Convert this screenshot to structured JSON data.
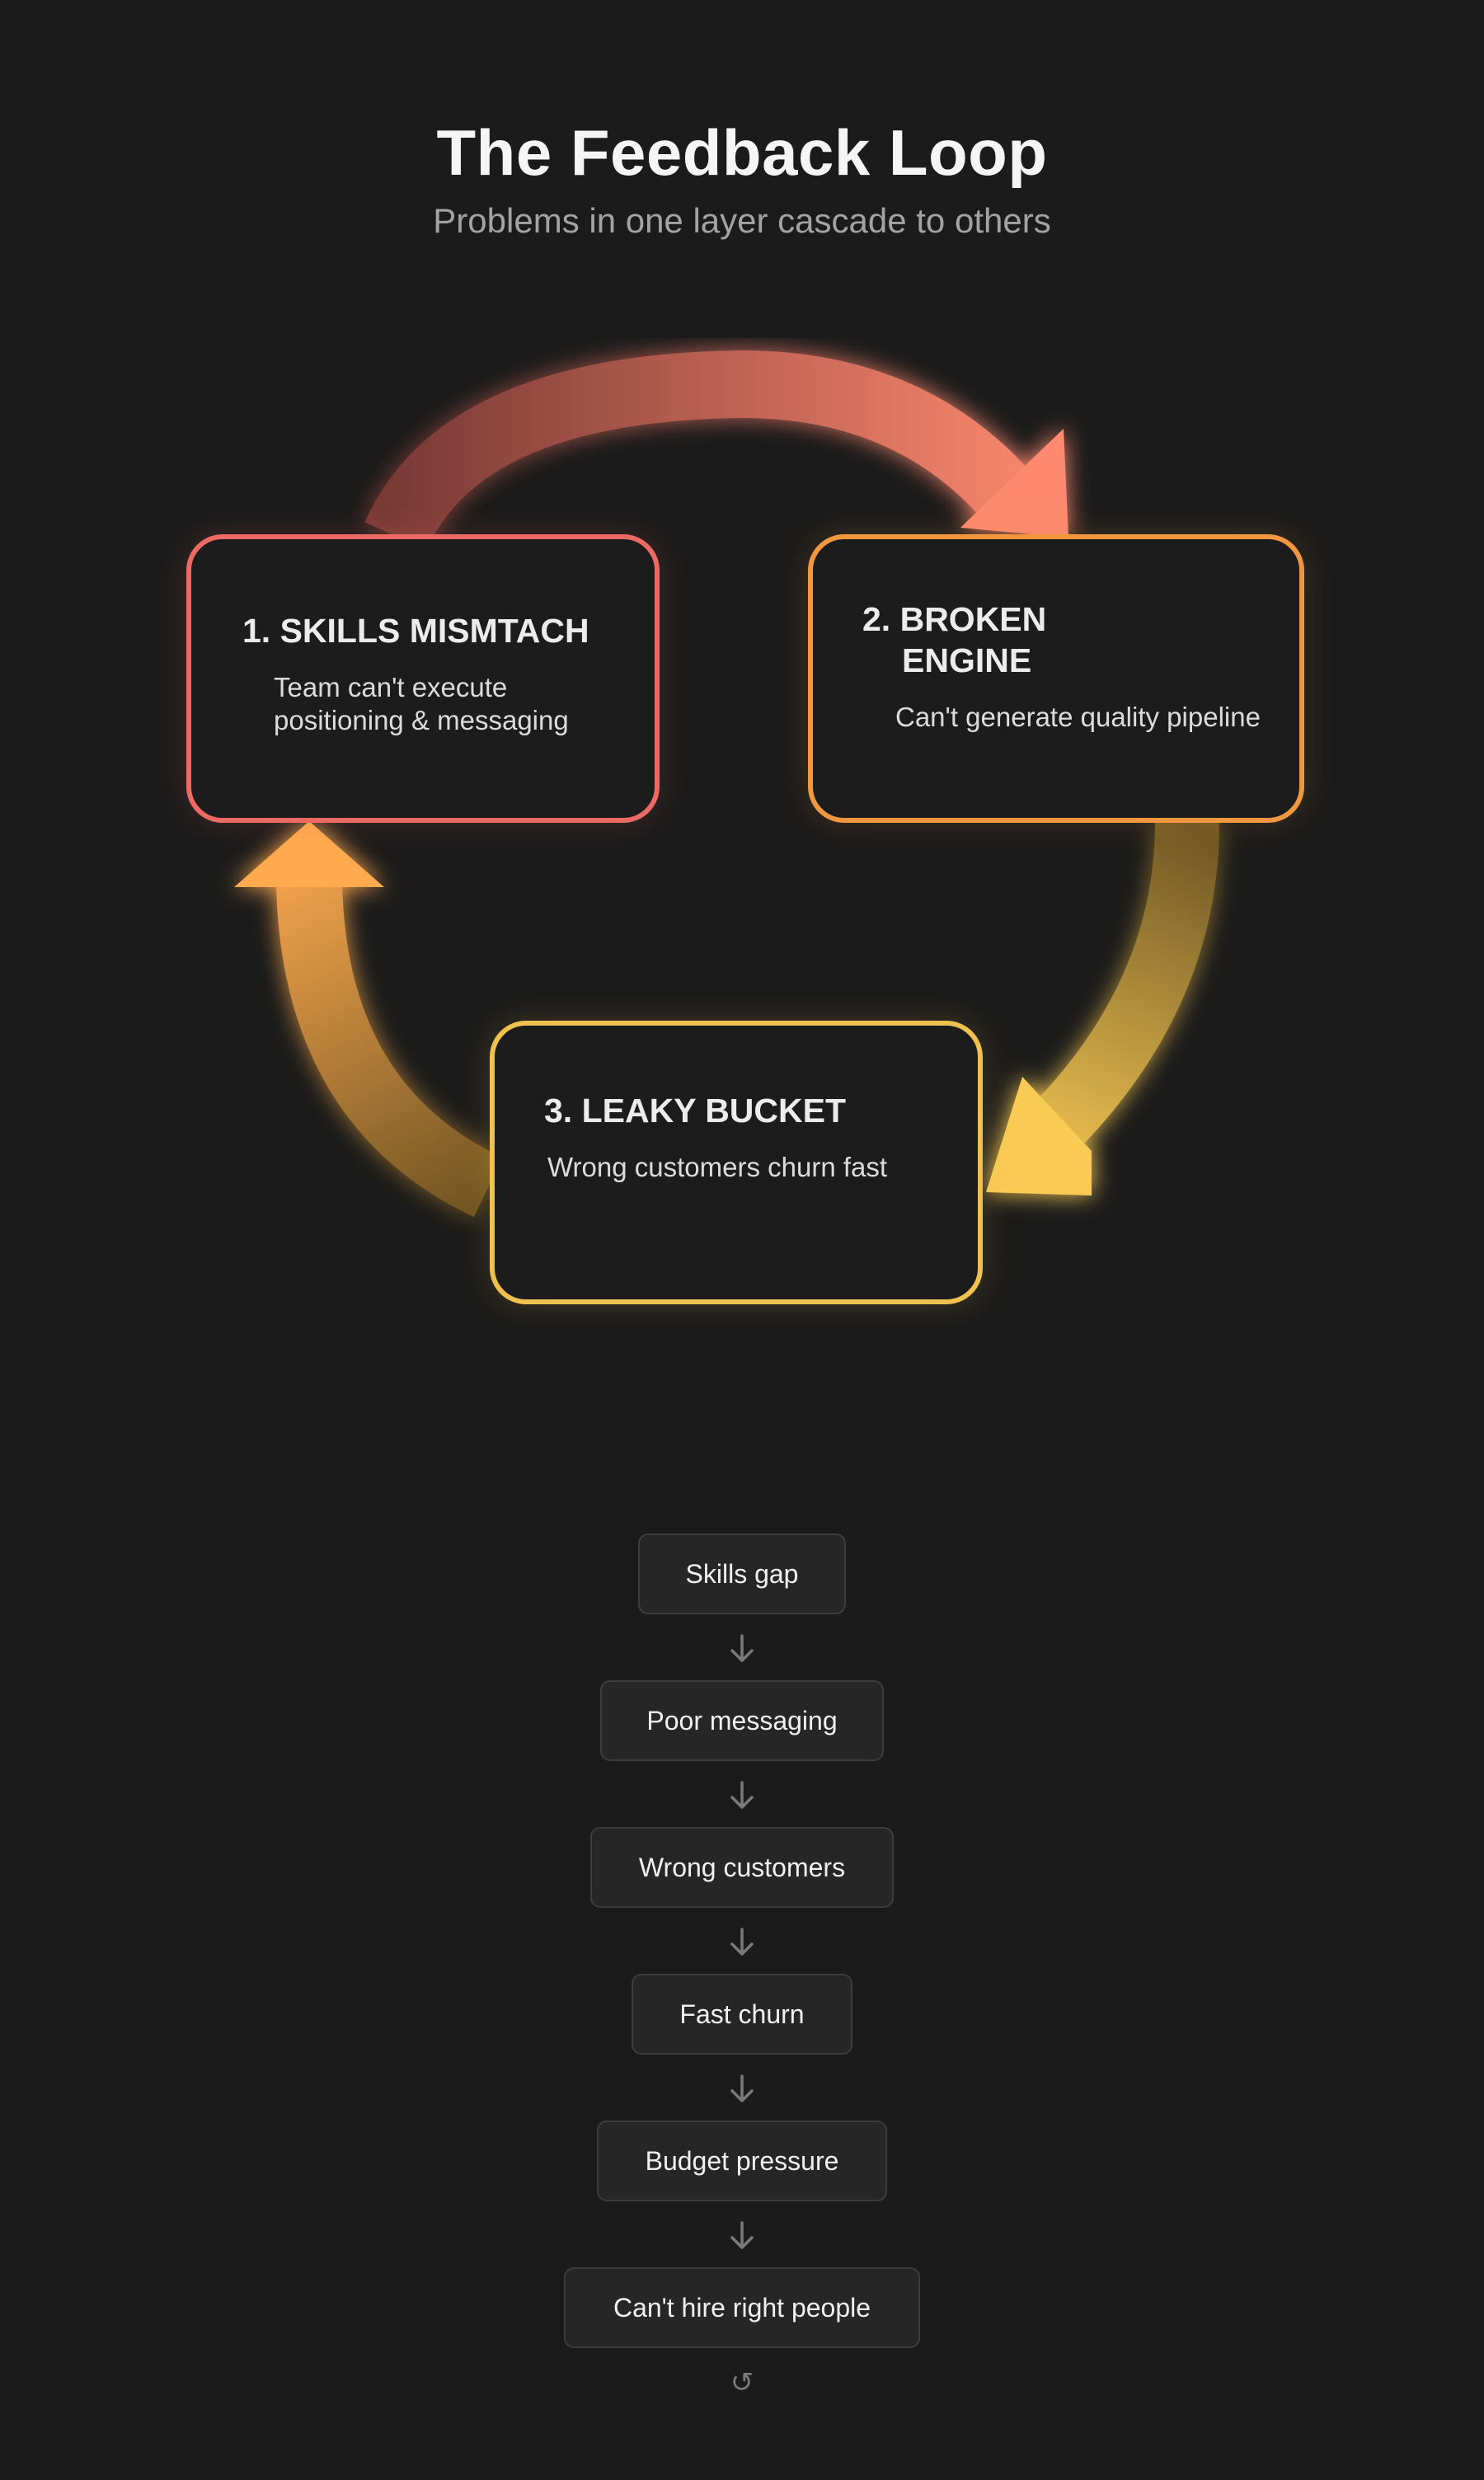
{
  "header": {
    "title": "The Feedback Loop",
    "subtitle": "Problems in one layer cascade to others"
  },
  "cycle": {
    "cards": [
      {
        "title": "1. SKILLS MISMTACH",
        "description": "Team can't execute positioning & messaging",
        "color": "#ec6a63"
      },
      {
        "title_line1": "2. BROKEN",
        "title_line2": "ENGINE",
        "description": "Can't generate quality pipeline",
        "color": "#f0973f"
      },
      {
        "title": "3. LEAKY BUCKET",
        "description": "Wrong customers churn fast",
        "color": "#efc14f"
      }
    ],
    "arrow_colors": {
      "top": [
        "#7a3a36",
        "#ff8a70"
      ],
      "right": [
        "#6e5624",
        "#f9cb55"
      ],
      "left": [
        "#ffaa50",
        "#6e5422"
      ]
    }
  },
  "chain": {
    "steps": [
      "Skills gap",
      "Poor messaging",
      "Wrong customers",
      "Fast churn",
      "Budget pressure",
      "Can't hire right people"
    ],
    "loop_icon": "loop-arrow-icon",
    "loop_glyph": "↺"
  },
  "colors": {
    "background": "#1b1b1b",
    "step_background": "#262626",
    "step_border": "#3d3d3d",
    "arrow_gray": "#7a7a7a"
  }
}
